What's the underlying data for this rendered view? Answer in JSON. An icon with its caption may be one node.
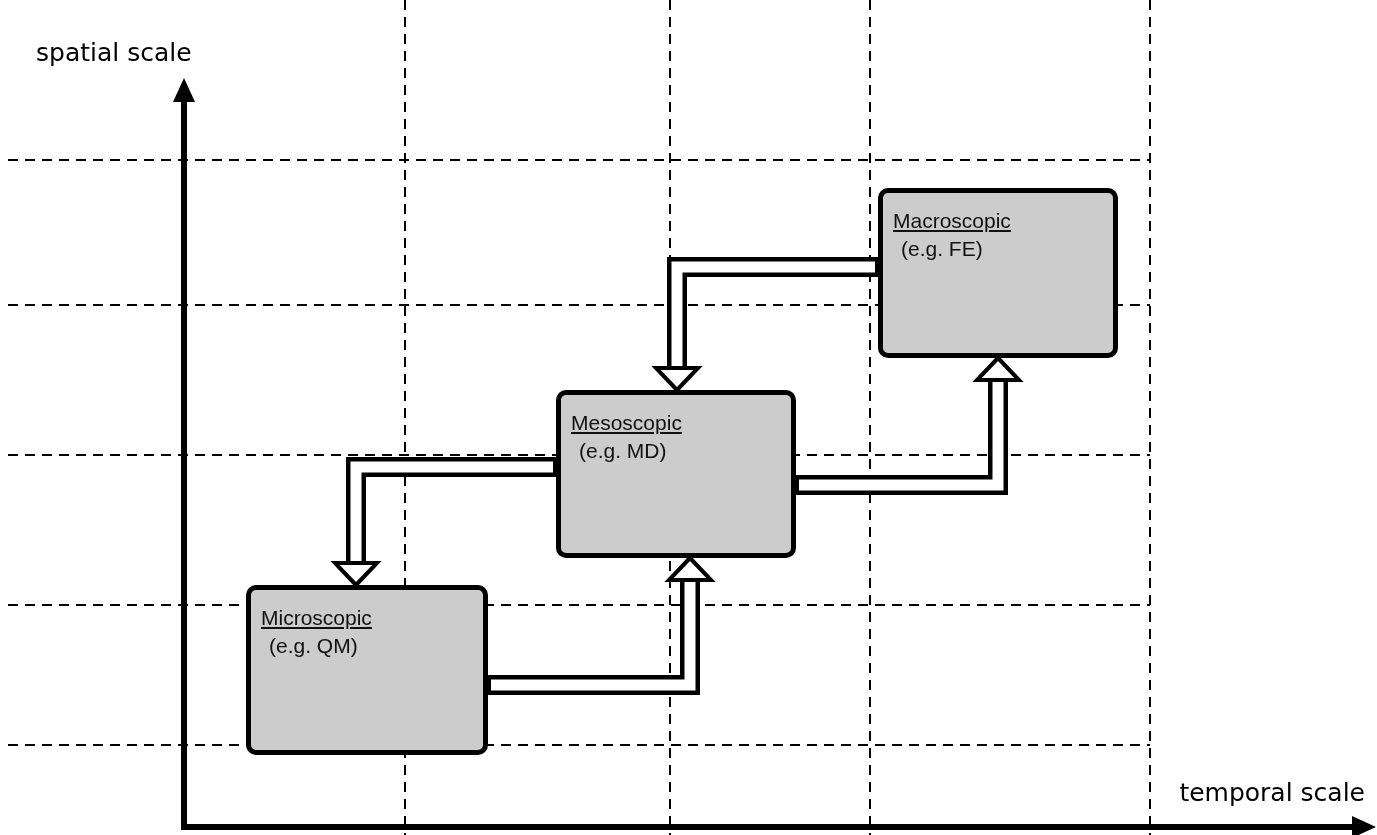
{
  "diagram": {
    "nodes": [
      {
        "text": [
          "Macroscopic",
          "(e.g. FE)"
        ]
      },
      {
        "text": [
          "Mesoscopic",
          "(e.g. MD)"
        ]
      },
      {
        "text": [
          "Microscopic",
          "(e.g. QM)"
        ]
      }
    ],
    "edges": [
      {
        "from": 0,
        "to": 1,
        "arrow": "to"
      },
      {
        "from": 1,
        "to": 0,
        "arrow": "to"
      },
      {
        "from": 1,
        "to": 2,
        "arrow": "to"
      },
      {
        "from": 2,
        "to": 1,
        "arrow": "to"
      }
    ],
    "labels": [
      "spatial scale",
      "temporal scale"
    ]
  }
}
